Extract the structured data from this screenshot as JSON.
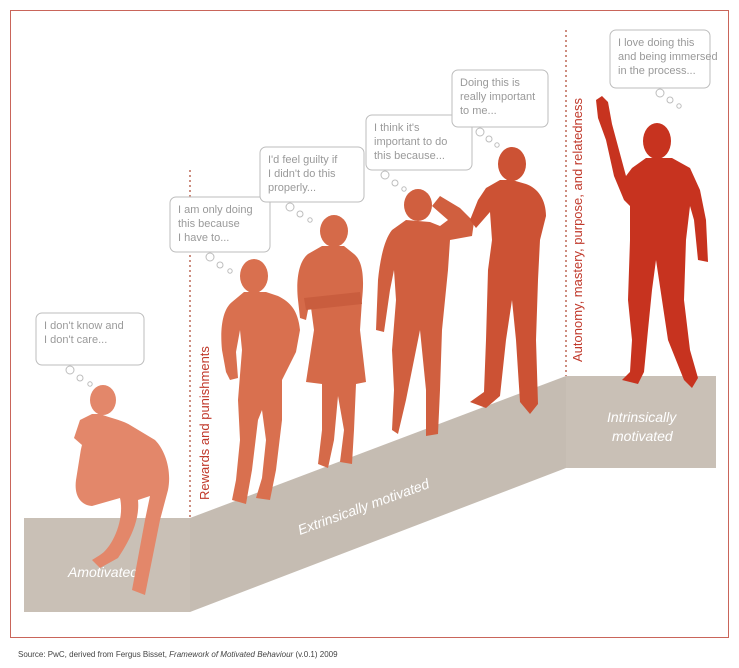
{
  "bubbles": [
    {
      "lines": [
        "I don't know and",
        "I don't care..."
      ]
    },
    {
      "lines": [
        "I am only doing",
        "this because",
        "I have to..."
      ]
    },
    {
      "lines": [
        "I'd feel guilty if",
        "I didn't do this",
        "properly..."
      ]
    },
    {
      "lines": [
        "I think it's",
        "important to do",
        "this because..."
      ]
    },
    {
      "lines": [
        "Doing this is",
        "really important",
        "to me..."
      ]
    },
    {
      "lines": [
        "I love doing this",
        "and being immersed",
        "in the process..."
      ]
    }
  ],
  "stages": {
    "amotivated": "Amotivated",
    "extrinsic": "Extrinsically motivated",
    "intrinsic_line1": "Intrinsically",
    "intrinsic_line2": "motivated"
  },
  "dividers": {
    "rewards": "Rewards and punishments",
    "autonomy": "Autonomy, mastery, purpose, and relatedness"
  },
  "source": {
    "prefix": "Source: PwC, derived from Fergus Bisset, ",
    "title": "Framework of Motivated Behaviour",
    "suffix": " (v.0.1) 2009"
  },
  "colors": {
    "platform_top": "#c9c0b6",
    "platform_side": "#a99f95",
    "figure_1": "#e3876a",
    "figure_2": "#d9704f",
    "figure_3": "#d56a49",
    "figure_4": "#d05f3f",
    "figure_5": "#cc5234",
    "figure_6": "#c7331f",
    "border": "#c9655a"
  }
}
